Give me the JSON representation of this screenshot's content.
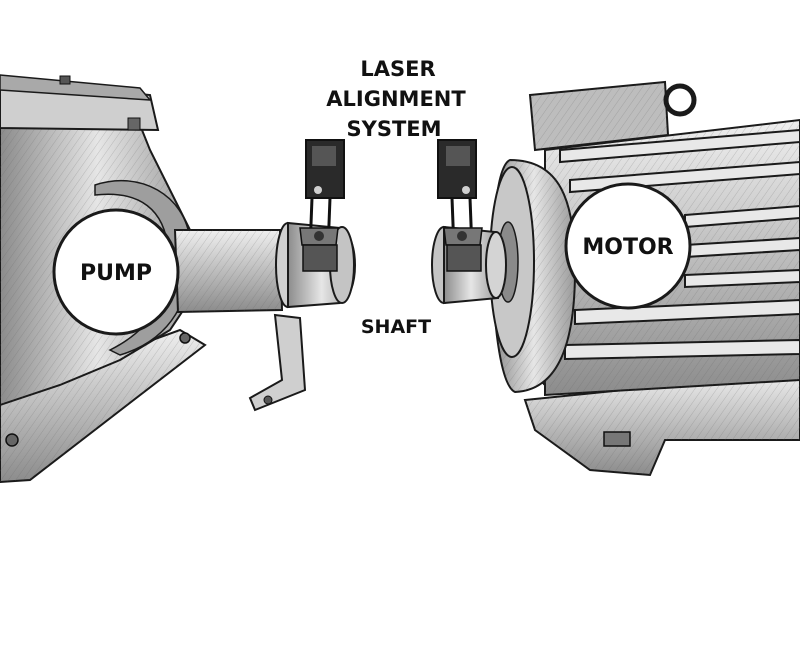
{
  "labels": {
    "title_line1": "LASER",
    "title_line2": "ALIGNMENT",
    "title_line3": "SYSTEM",
    "pump": "PUMP",
    "motor": "MOTOR",
    "shaft": "SHAFT"
  },
  "style": {
    "ink": "#1a1a1a",
    "metal_light": "#d9d9d9",
    "metal_mid": "#b3b3b3",
    "metal_dark": "#7a7a7a",
    "label_fill": "#ffffff"
  }
}
